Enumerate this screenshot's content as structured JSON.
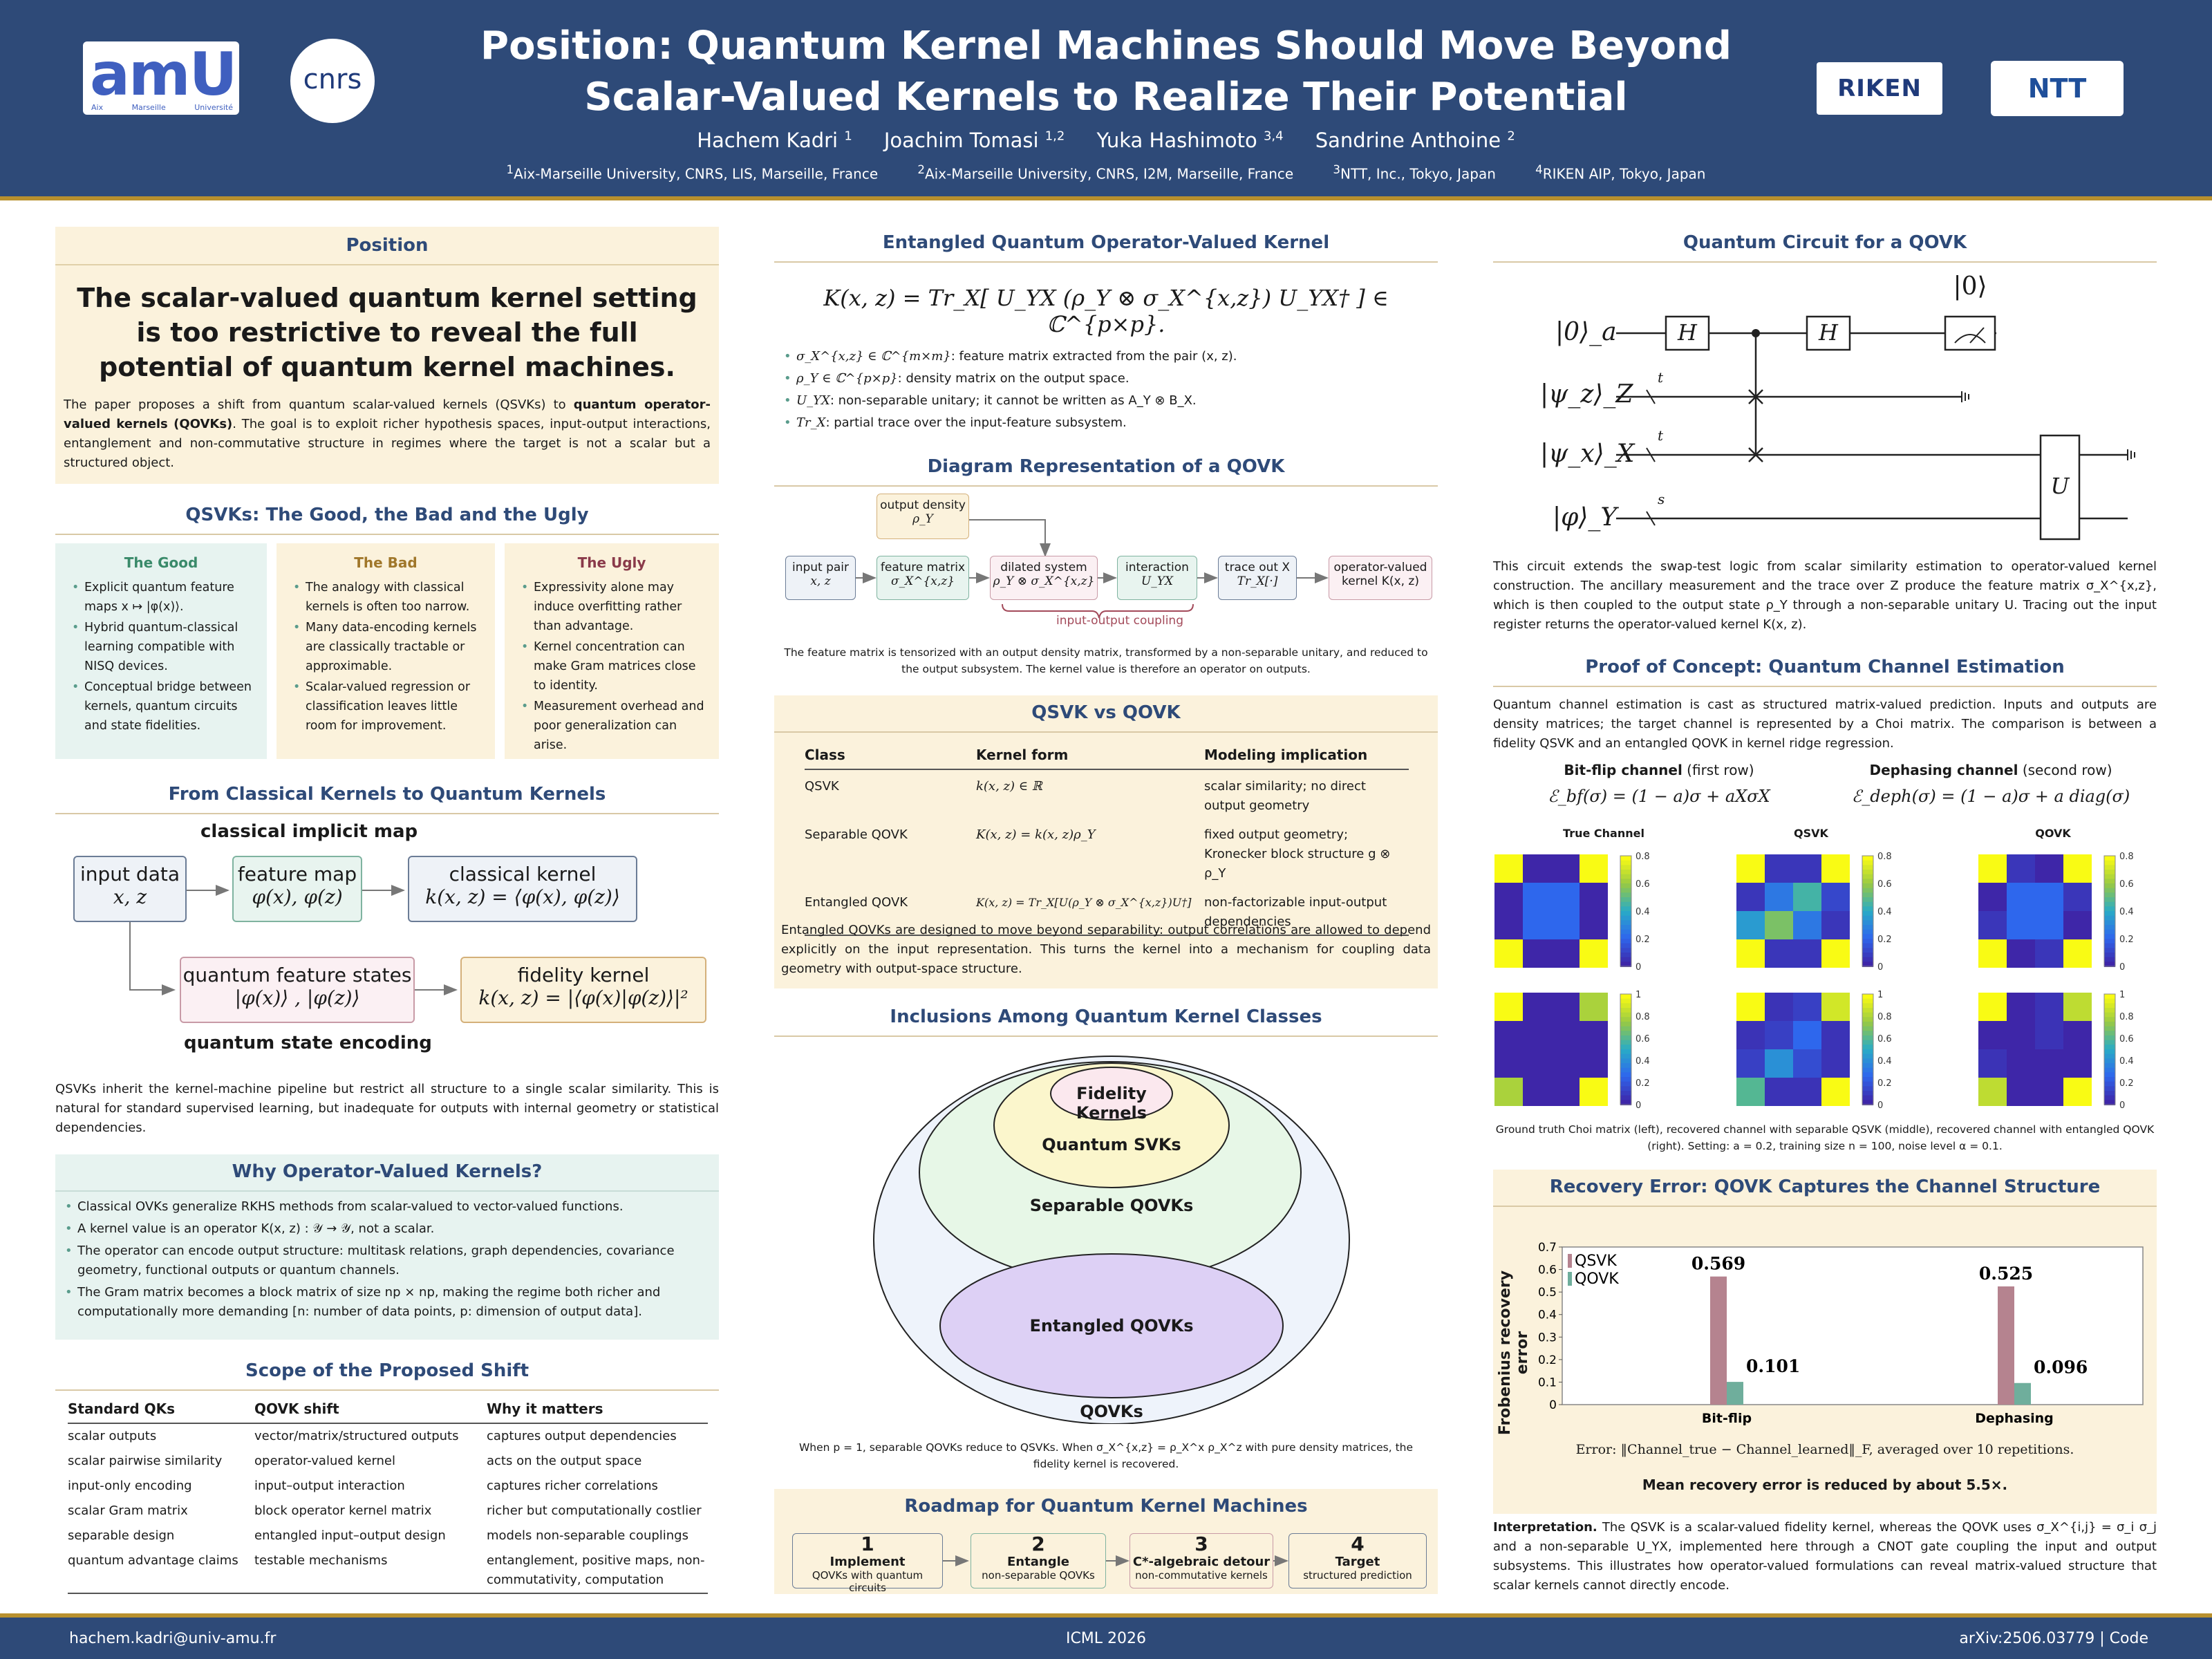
{
  "header": {
    "title_line1": "Position: Quantum Kernel Machines Should Move Beyond",
    "title_line2": "Scalar-Valued Kernels to Realize Their Potential",
    "authors": [
      {
        "name": "Hachem Kadri",
        "sup": "1"
      },
      {
        "name": "Joachim Tomasi",
        "sup": "1,2"
      },
      {
        "name": "Yuka Hashimoto",
        "sup": "3,4"
      },
      {
        "name": "Sandrine Anthoine",
        "sup": "2"
      }
    ],
    "affiliations": [
      {
        "sup": "1",
        "text": "Aix-Marseille University, CNRS, LIS, Marseille, France"
      },
      {
        "sup": "2",
        "text": "Aix-Marseille University, CNRS, I2M, Marseille, France"
      },
      {
        "sup": "3",
        "text": "NTT, Inc., Tokyo, Japan"
      },
      {
        "sup": "4",
        "text": "RIKEN AIP, Tokyo, Japan"
      }
    ],
    "logos": {
      "amu_big": "amU",
      "amu_small": [
        "Aix",
        "Marseille",
        "Université"
      ],
      "cnrs": "cnrs",
      "riken": "RIKEN",
      "ntt": "NTT"
    }
  },
  "position": {
    "title": "Position",
    "statement": "The scalar-valued quantum kernel setting is too restrictive to reveal the full potential of quantum kernel machines.",
    "body_pre": "The paper proposes a shift from quantum scalar-valued kernels (QSVKs) to ",
    "body_bold": "quantum operator-valued kernels (QOVKs)",
    "body_post": ". The goal is to exploit richer hypothesis spaces, input-output interactions, entanglement and non-commutative structure in regimes where the target is not a scalar but a structured object."
  },
  "gbu": {
    "title": "QSVKs: The Good, the Bad and the Ugly",
    "good": {
      "title": "The Good",
      "items": [
        "Explicit quantum feature maps x ↦ |φ(x)⟩.",
        "Hybrid quantum-classical learning compatible with NISQ devices.",
        "Conceptual bridge between kernels, quantum circuits and state fidelities."
      ]
    },
    "bad": {
      "title": "The Bad",
      "items": [
        "The analogy with classical kernels is often too narrow.",
        "Many data-encoding kernels are classically tractable or approximable.",
        "Scalar-valued regression or classification leaves little room for improvement."
      ]
    },
    "ugly": {
      "title": "The Ugly",
      "items": [
        "Expressivity alone may induce overfitting rather than advantage.",
        "Kernel concentration can make Gram matrices close to identity.",
        "Measurement overhead and poor generalization can arise."
      ]
    }
  },
  "classical": {
    "title": "From Classical Kernels to Quantum Kernels",
    "top_label": "classical implicit map",
    "bottom_label": "quantum state encoding",
    "nodes": {
      "input": {
        "label": "input data",
        "math": "x, z"
      },
      "feature": {
        "label": "feature map",
        "math": "φ(x), φ(z)"
      },
      "ckernel": {
        "label": "classical kernel",
        "math": "k(x, z) = ⟨φ(x), φ(z)⟩"
      },
      "qstates": {
        "label": "quantum feature states",
        "math": "|φ(x)⟩ , |φ(z)⟩"
      },
      "fidelity": {
        "label": "fidelity kernel",
        "math": "k(x, z) = |⟨φ(x)|φ(z)⟩|²"
      }
    },
    "body": "QSVKs inherit the kernel-machine pipeline but restrict all structure to a single scalar similarity. This is natural for standard supervised learning, but inadequate for outputs with internal geometry or statistical dependencies."
  },
  "why": {
    "title": "Why Operator-Valued Kernels?",
    "items": [
      "Classical OVKs generalize RKHS methods from scalar-valued to vector-valued functions.",
      "A kernel value is an operator K(x, z) : 𝒴 → 𝒴, not a scalar.",
      "The operator can encode output structure: multitask relations, graph dependencies, covariance geometry, functional outputs or quantum channels.",
      "The Gram matrix becomes a block matrix of size np × np, making the regime both richer and computationally more demanding [n: number of data points, p: dimension of output data]."
    ]
  },
  "scope": {
    "title": "Scope of the Proposed Shift",
    "headers": [
      "Standard QKs",
      "QOVK shift",
      "Why it matters"
    ],
    "rows": [
      [
        "scalar outputs",
        "vector/matrix/structured outputs",
        "captures output dependencies"
      ],
      [
        "scalar pairwise similarity",
        "operator-valued kernel",
        "acts on the output space"
      ],
      [
        "input-only encoding",
        "input–output interaction",
        "captures richer correlations"
      ],
      [
        "scalar Gram matrix",
        "block operator kernel matrix",
        "richer but computationally costlier"
      ],
      [
        "separable design",
        "entangled input–output design",
        "models non-separable couplings"
      ],
      [
        "quantum advantage claims",
        "testable mechanisms",
        "entanglement, positive maps, non-commutativity, computation"
      ]
    ]
  },
  "entangled": {
    "title": "Entangled Quantum Operator-Valued Kernel",
    "formula": "K(x, z) = Tr_X[ U_YX (ρ_Y ⊗ σ_X^{x,z}) U_YX† ] ∈ ℂ^{p×p}.",
    "items": [
      {
        "math": "σ_X^{x,z} ∈ ℂ^{m×m}",
        "text": ": feature matrix extracted from the pair (x, z)."
      },
      {
        "math": "ρ_Y ∈ ℂ^{p×p}",
        "text": ": density matrix on the output space."
      },
      {
        "math": "U_YX",
        "text": ": non-separable unitary; it cannot be written as A_Y ⊗ B_X."
      },
      {
        "math": "Tr_X",
        "text": ": partial trace over the input-feature subsystem."
      }
    ]
  },
  "diagram": {
    "title": "Diagram Representation of a QOVK",
    "nodes": {
      "density": {
        "label": "output density",
        "math": "ρ_Y"
      },
      "input": {
        "label": "input pair",
        "math": "x, z"
      },
      "feature": {
        "label": "feature matrix",
        "math": "σ_X^{x,z}"
      },
      "dilated": {
        "label": "dilated system",
        "math": "ρ_Y ⊗ σ_X^{x,z}"
      },
      "interaction": {
        "label": "interaction",
        "math": "U_YX"
      },
      "trace": {
        "label": "trace out X",
        "math": "Tr_X[·]"
      },
      "kernel": {
        "label": "operator-valued",
        "math": "kernel K(x, z)"
      }
    },
    "coupling": "input-output coupling",
    "caption": "The feature matrix is tensorized with an output density matrix, transformed by a non-separable unitary, and reduced to the output subsystem. The kernel value is therefore an operator on outputs."
  },
  "compare": {
    "title": "QSVK vs QOVK",
    "headers": [
      "Class",
      "Kernel form",
      "Modeling implication"
    ],
    "rows": [
      [
        "QSVK",
        "k(x, z) ∈ ℝ",
        "scalar similarity; no direct output geometry"
      ],
      [
        "Separable QOVK",
        "K(x, z) = k(x, z)ρ_Y",
        "fixed output geometry; Kronecker block structure g ⊗ ρ_Y"
      ],
      [
        "Entangled QOVK",
        "K(x, z) = Tr_X[U(ρ_Y ⊗ σ_X^{x,z})U†]",
        "non-factorizable input-output dependencies"
      ]
    ],
    "body": "Entangled QOVKs are designed to move beyond separability: output correlations are allowed to depend explicitly on the input representation. This turns the kernel into a mechanism for coupling data geometry with output-space structure."
  },
  "inclusions": {
    "title": "Inclusions Among Quantum Kernel Classes",
    "labels": [
      "Fidelity Kernels",
      "Quantum SVKs",
      "Separable QOVKs",
      "Entangled QOVKs",
      "QOVKs"
    ],
    "caption": "When p = 1, separable QOVKs reduce to QSVKs. When σ_X^{x,z} = ρ_X^x ρ_X^z with pure density matrices, the fidelity kernel is recovered."
  },
  "roadmap": {
    "title": "Roadmap for Quantum Kernel Machines",
    "steps": [
      {
        "num": "1",
        "title": "Implement",
        "sub": "QOVKs with quantum circuits",
        "bg": "#e8eef6"
      },
      {
        "num": "2",
        "title": "Entangle",
        "sub": "non-separable QOVKs",
        "bg": "#e3f1ec"
      },
      {
        "num": "3",
        "title": "C*-algebraic detour",
        "sub": "non-commutative kernels",
        "bg": "#f8e8ec"
      },
      {
        "num": "4",
        "title": "Target",
        "sub": "structured prediction",
        "bg": "#e8eef6"
      }
    ]
  },
  "circuit": {
    "title": "Quantum Circuit for a QOVK",
    "wires": [
      "|0⟩_a",
      "|ψ_z⟩_Z",
      "|ψ_x⟩_X",
      "|φ⟩_Y"
    ],
    "gates": [
      "H",
      "H",
      "U"
    ],
    "ket0": "|0⟩",
    "tlabels": [
      "t",
      "t",
      "s"
    ],
    "body": "This circuit extends the swap-test logic from scalar similarity estimation to operator-valued kernel construction. The ancillary measurement and the trace over Z produce the feature matrix σ_X^{x,z}, which is then coupled to the output state ρ_Y through a non-separable unitary U. Tracing out the input register returns the operator-valued kernel K(x, z)."
  },
  "proof": {
    "title": "Proof of Concept: Quantum Channel Estimation",
    "body": "Quantum channel estimation is cast as structured matrix-valued prediction. Inputs and outputs are density matrices; the target channel is represented by a Choi matrix. The comparison is between a fidelity QSVK and an entangled QOVK in kernel ridge regression.",
    "left_head": "Bit-flip channel",
    "left_sub": "(first row)",
    "left_formula": "ℰ_bf(σ) = (1 − a)σ + aXσX",
    "right_head": "Dephasing channel",
    "right_sub": "(second row)",
    "right_formula": "ℰ_deph(σ) = (1 − a)σ + a diag(σ)",
    "col_titles": [
      "True Channel",
      "QSVK",
      "QOVK"
    ],
    "colorbar_row1": [
      "0.8",
      "0.6",
      "0.4",
      "0.2",
      "0"
    ],
    "colorbar_row2": [
      "1",
      "0.8",
      "0.6",
      "0.4",
      "0.2",
      "0"
    ],
    "caption": "Ground truth Choi matrix (left), recovered channel with separable QSVK (middle), recovered channel with entangled QOVK (right). Setting: a = 0.2, training size n = 100, noise level α = 0.1."
  },
  "heatmaps": {
    "row1": [
      [
        [
          0.8,
          0.0,
          0.0,
          0.8
        ],
        [
          0.0,
          0.2,
          0.2,
          0.0
        ],
        [
          0.0,
          0.2,
          0.2,
          0.0
        ],
        [
          0.8,
          0.0,
          0.0,
          0.8
        ]
      ],
      [
        [
          0.8,
          0.05,
          0.05,
          0.8
        ],
        [
          0.05,
          0.25,
          0.45,
          0.1
        ],
        [
          0.35,
          0.55,
          0.25,
          0.05
        ],
        [
          0.8,
          0.05,
          0.05,
          0.8
        ]
      ],
      [
        [
          0.8,
          0.05,
          0.0,
          0.8
        ],
        [
          0.0,
          0.2,
          0.2,
          0.05
        ],
        [
          0.05,
          0.2,
          0.2,
          0.0
        ],
        [
          0.8,
          0.0,
          0.05,
          0.8
        ]
      ]
    ],
    "row2": [
      [
        [
          1.0,
          0.0,
          0.0,
          0.8
        ],
        [
          0.0,
          0.0,
          0.0,
          0.0
        ],
        [
          0.0,
          0.0,
          0.0,
          0.0
        ],
        [
          0.8,
          0.0,
          0.0,
          1.0
        ]
      ],
      [
        [
          1.0,
          0.05,
          0.1,
          0.9
        ],
        [
          0.05,
          0.1,
          0.25,
          0.05
        ],
        [
          0.1,
          0.4,
          0.15,
          0.05
        ],
        [
          0.6,
          0.05,
          0.05,
          1.0
        ]
      ],
      [
        [
          1.0,
          0.0,
          0.05,
          0.85
        ],
        [
          0.0,
          0.0,
          0.05,
          0.0
        ],
        [
          0.05,
          0.0,
          0.0,
          0.0
        ],
        [
          0.85,
          0.0,
          0.0,
          1.0
        ]
      ]
    ]
  },
  "recovery": {
    "title": "Recovery Error: QOVK Captures the Channel Structure",
    "error_label": "Error: ‖Channel_true − Channel_learned‖_F, averaged over 10 repetitions.",
    "mean": "Mean recovery error is reduced by about 5.5×."
  },
  "chart_data": {
    "type": "bar",
    "categories": [
      "Bit-flip",
      "Dephasing"
    ],
    "series": [
      {
        "name": "QSVK",
        "values": [
          0.569,
          0.525
        ],
        "color": "#b5838f"
      },
      {
        "name": "QOVK",
        "values": [
          0.101,
          0.096
        ],
        "color": "#6fae9c"
      }
    ],
    "ylabel": "Frobenius recovery error",
    "ylim": [
      0,
      0.7
    ],
    "yticks": [
      "0",
      "0.1",
      "0.2",
      "0.3",
      "0.4",
      "0.5",
      "0.6",
      "0.7"
    ],
    "data_labels": [
      "0.569",
      "0.101",
      "0.525",
      "0.096"
    ],
    "legend": "top-left",
    "grid": false
  },
  "interpretation": {
    "lead": "Interpretation.",
    "text": " The QSVK is a scalar-valued fidelity kernel, whereas the QOVK uses σ_X^{i,j} = σ_i σ_j and a non-separable U_YX, implemented here through a CNOT gate coupling the input and output subsystems. This illustrates how operator-valued formulations can reveal matrix-valued structure that scalar kernels cannot directly encode."
  },
  "footer": {
    "email": "hachem.kadri@univ-amu.fr",
    "venue": "ICML 2026",
    "arxiv": "arXiv:2506.03779 | Code"
  }
}
